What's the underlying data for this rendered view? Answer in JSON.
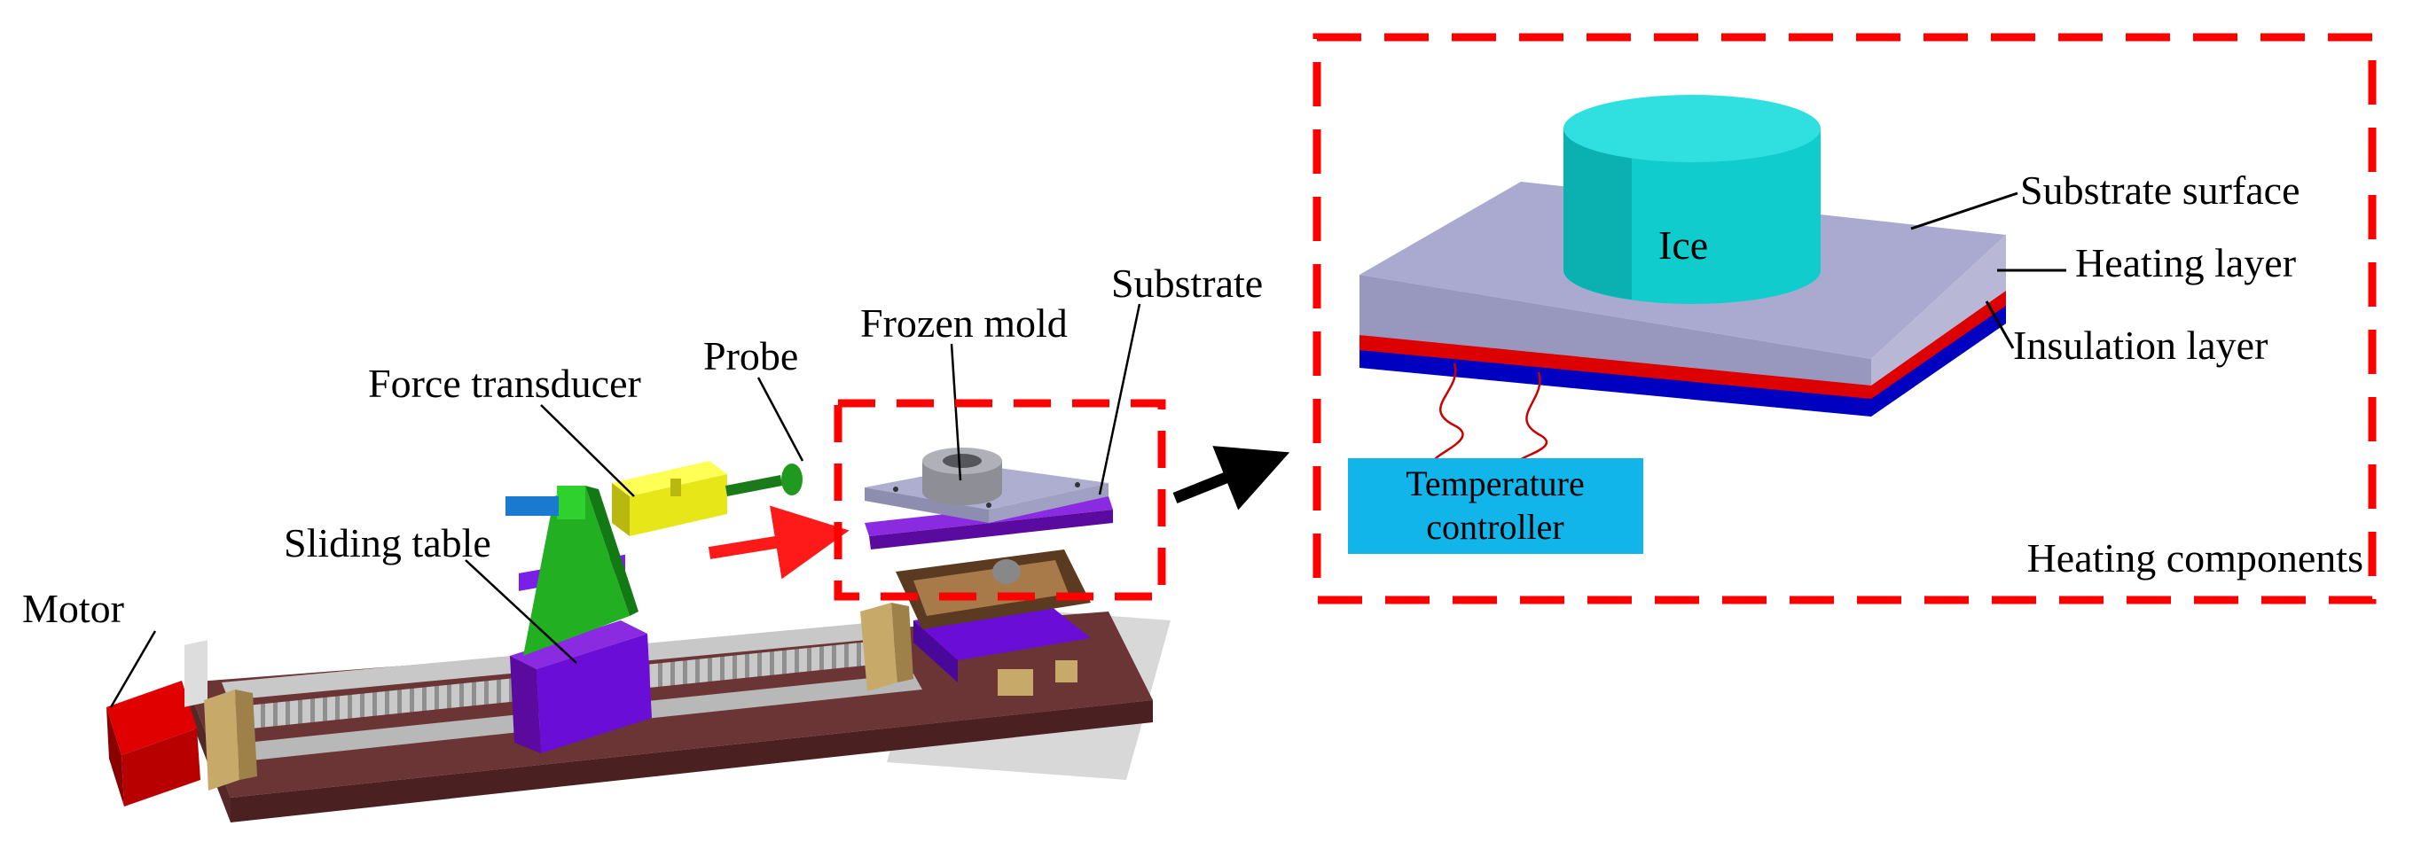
{
  "left_labels": {
    "motor": "Motor",
    "sliding_table": "Sliding table",
    "force_transducer": "Force transducer",
    "probe": "Probe",
    "frozen_mold": "Frozen mold",
    "substrate": "Substrate"
  },
  "right_panel": {
    "ice": "Ice",
    "substrate_surface": "Substrate surface",
    "heating_layer": "Heating layer",
    "insulation_layer": "Insulation layer",
    "temperature_controller_line1": "Temperature",
    "temperature_controller_line2": "controller",
    "caption": "Heating components"
  },
  "colors": {
    "dashed_box": "#ff0000",
    "arrow_red": "#ff1a1a",
    "arrow_black": "#000000",
    "motor": "#cc0000",
    "base": "#6b3535",
    "sliding_block": "#6a0dd6",
    "bracket": "#22b022",
    "transducer": "#e6e619",
    "probe": "#1a7a1a",
    "substrate_plate": "#a6a6c8",
    "ice": "#10cccc",
    "heating_layer": "#dd0000",
    "insulation_layer": "#0000c0",
    "temperature_controller": "#11b5ea"
  }
}
